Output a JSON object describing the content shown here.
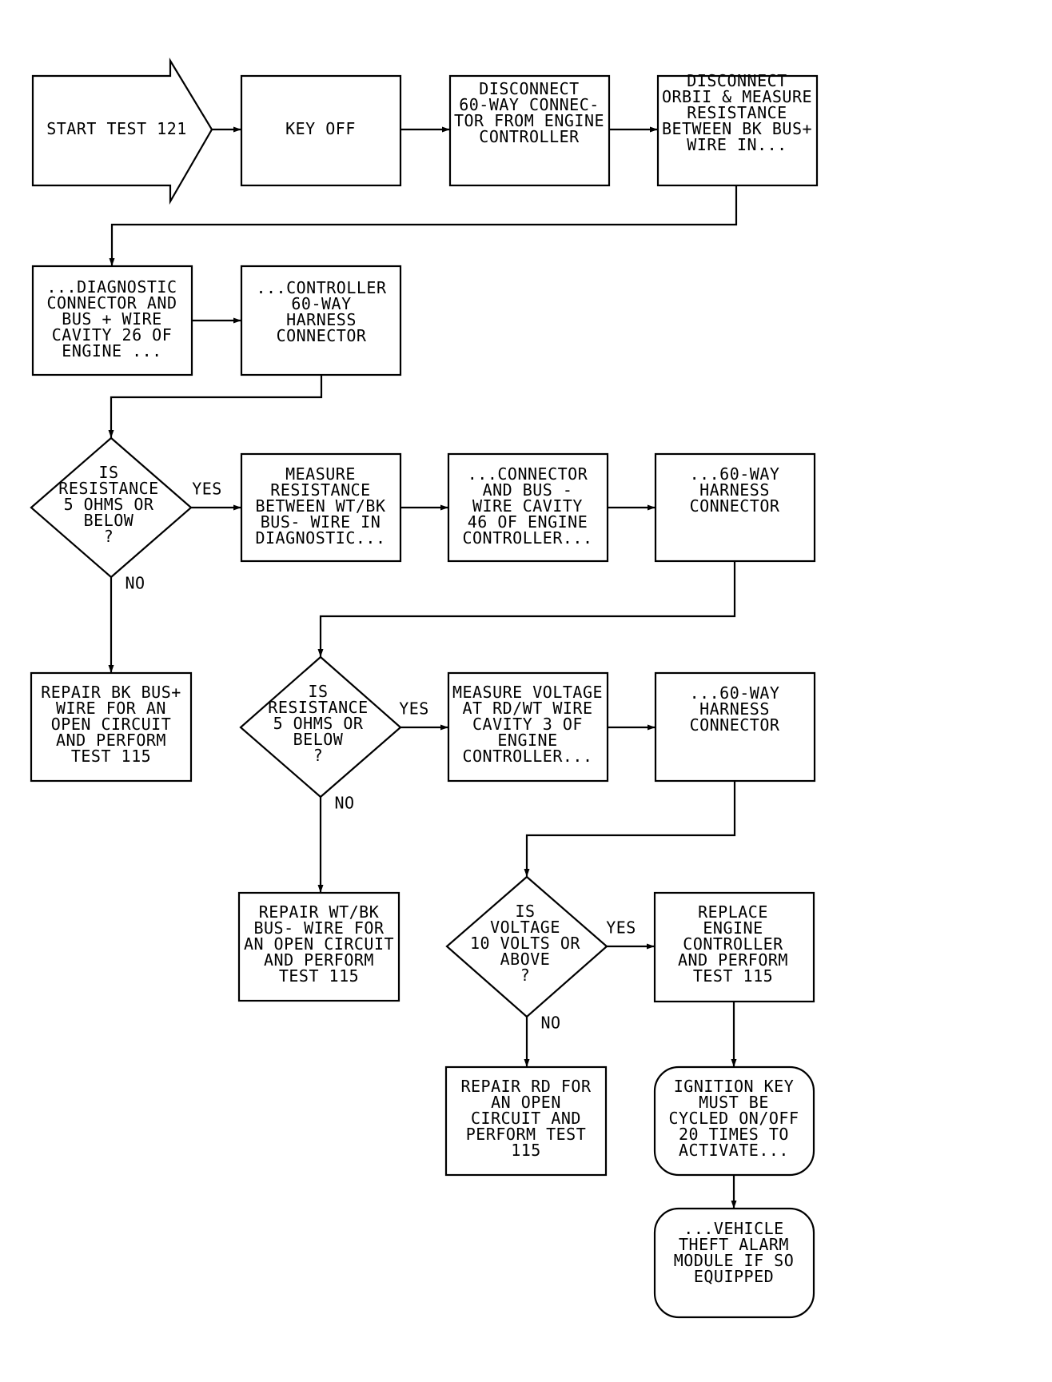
{
  "nodes": {
    "start": {
      "lines": [
        "START TEST 121"
      ]
    },
    "key_off": {
      "lines": [
        "KEY OFF"
      ]
    },
    "disconnect_60": {
      "lines": [
        "DISCONNECT",
        "60-WAY CONNEC-",
        "TOR FROM ENGINE",
        "CONTROLLER"
      ]
    },
    "disconnect_obd": {
      "lines": [
        "DISCONNECT",
        "ORBII & MEASURE",
        "RESISTANCE",
        "BETWEEN BK BUS+",
        "WIRE IN..."
      ]
    },
    "diag_connector": {
      "lines": [
        "...DIAGNOSTIC",
        "CONNECTOR AND",
        "BUS + WIRE",
        "CAVITY 26 OF",
        "ENGINE ..."
      ]
    },
    "controller_60": {
      "lines": [
        "...CONTROLLER",
        "60-WAY",
        "HARNESS",
        "CONNECTOR"
      ]
    },
    "decision_1": {
      "lines": [
        "IS",
        "RESISTANCE",
        "5 OHMS OR",
        "BELOW",
        "?"
      ]
    },
    "measure_wtbk": {
      "lines": [
        "MEASURE",
        "RESISTANCE",
        "BETWEEN WT/BK",
        "BUS- WIRE IN",
        "DIAGNOSTIC..."
      ]
    },
    "connector_bus": {
      "lines": [
        "...CONNECTOR",
        "AND BUS -",
        "WIRE CAVITY",
        "46 OF ENGINE",
        "CONTROLLER..."
      ]
    },
    "harness_1": {
      "lines": [
        "...60-WAY",
        "HARNESS",
        "CONNECTOR"
      ]
    },
    "repair_bk": {
      "lines": [
        "REPAIR BK BUS+",
        "WIRE FOR AN",
        "OPEN CIRCUIT",
        "AND PERFORM",
        "TEST 115"
      ]
    },
    "decision_2": {
      "lines": [
        "IS",
        "RESISTANCE",
        "5 OHMS OR",
        "BELOW",
        "?"
      ]
    },
    "measure_voltage": {
      "lines": [
        "MEASURE VOLTAGE",
        "AT RD/WT WIRE",
        "CAVITY 3 OF",
        "ENGINE",
        "CONTROLLER..."
      ]
    },
    "harness_2": {
      "lines": [
        "...60-WAY",
        "HARNESS",
        "CONNECTOR"
      ]
    },
    "repair_wtbk": {
      "lines": [
        "REPAIR WT/BK",
        "BUS- WIRE FOR",
        "AN OPEN CIRCUIT",
        "AND PERFORM",
        "TEST 115"
      ]
    },
    "decision_3": {
      "lines": [
        "IS",
        "VOLTAGE",
        "10 VOLTS OR",
        "ABOVE",
        "?"
      ]
    },
    "replace_controller": {
      "lines": [
        "REPLACE",
        "ENGINE",
        "CONTROLLER",
        "AND PERFORM",
        "TEST 115"
      ]
    },
    "repair_rd": {
      "lines": [
        "REPAIR RD FOR",
        "AN OPEN",
        "CIRCUIT AND",
        "PERFORM TEST",
        "115"
      ]
    },
    "ignition_key": {
      "lines": [
        "IGNITION KEY",
        "MUST BE",
        "CYCLED ON/OFF",
        "20 TIMES TO",
        "ACTIVATE..."
      ]
    },
    "vehicle_theft": {
      "lines": [
        "...VEHICLE",
        "THEFT ALARM",
        "MODULE IF SO",
        "EQUIPPED"
      ]
    }
  },
  "edge_labels": {
    "yes": "YES",
    "no": "NO"
  }
}
